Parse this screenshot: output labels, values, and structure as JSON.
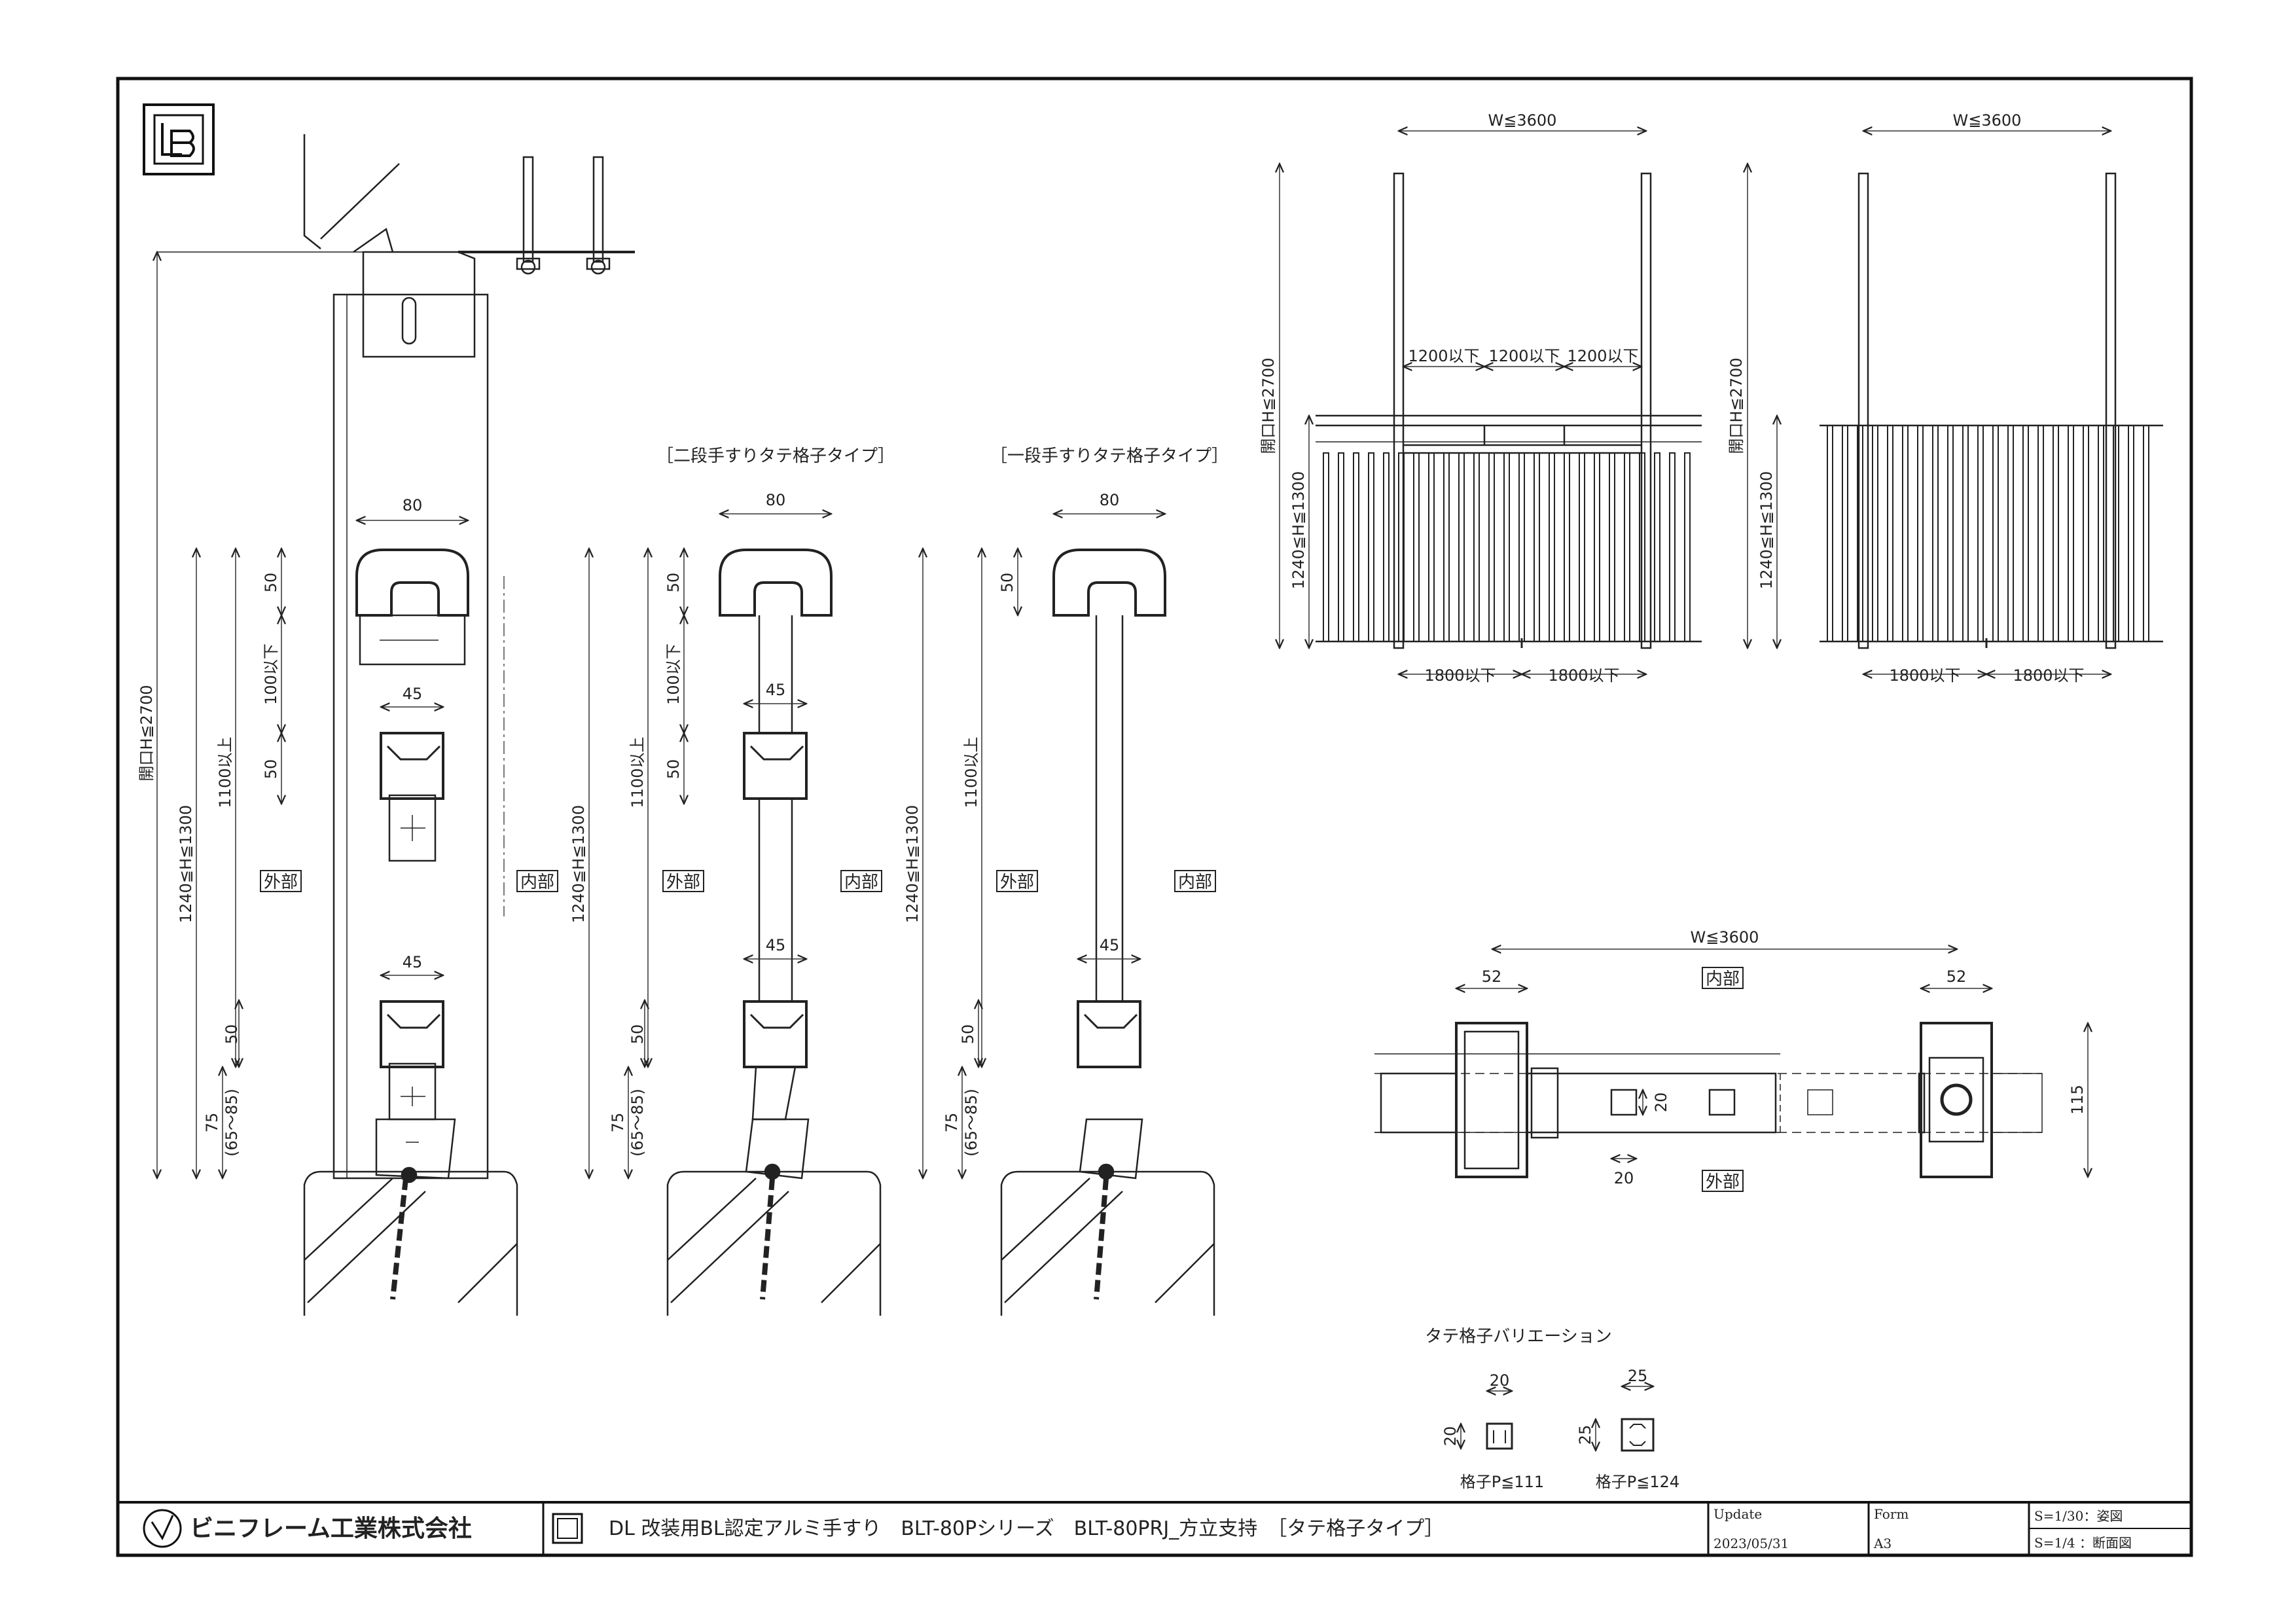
{
  "titleblock": {
    "company": "ビニフレーム工業株式会社",
    "title": "DL 改装用BL認定アルミ手すり　BLT-80Pシリーズ　BLT-80PRJ_方立支持　［タテ格子タイプ］",
    "update_label": "Update",
    "update_date": "2023/05/31",
    "form_label": "Form",
    "form_value": "A3",
    "scale_1": "S=1/30：姿図",
    "scale_2": "S=1/4 ：断面図"
  },
  "sections": {
    "two_step_title": "［二段手すりタテ格子タイプ］",
    "one_step_title": "［一段手すりタテ格子タイプ］",
    "variation_title": "タテ格子バリエーション"
  },
  "labels": {
    "outside": "外部",
    "inside": "内部"
  },
  "dims": {
    "d80": "80",
    "d50": "50",
    "d45": "45",
    "d75": "75",
    "d65_85": "(65～85)",
    "d100": "100以下",
    "d1100": "1100以上",
    "dH": "1240≦H≦1300",
    "dOpen": "開口H≦2700",
    "dW": "W≦3600",
    "d1200": "1200以下",
    "d1800": "1800以下",
    "d52": "52",
    "d20": "20",
    "d115": "115",
    "d25": "25",
    "pitch20": "格子P≦111",
    "pitch25": "格子P≦124"
  }
}
